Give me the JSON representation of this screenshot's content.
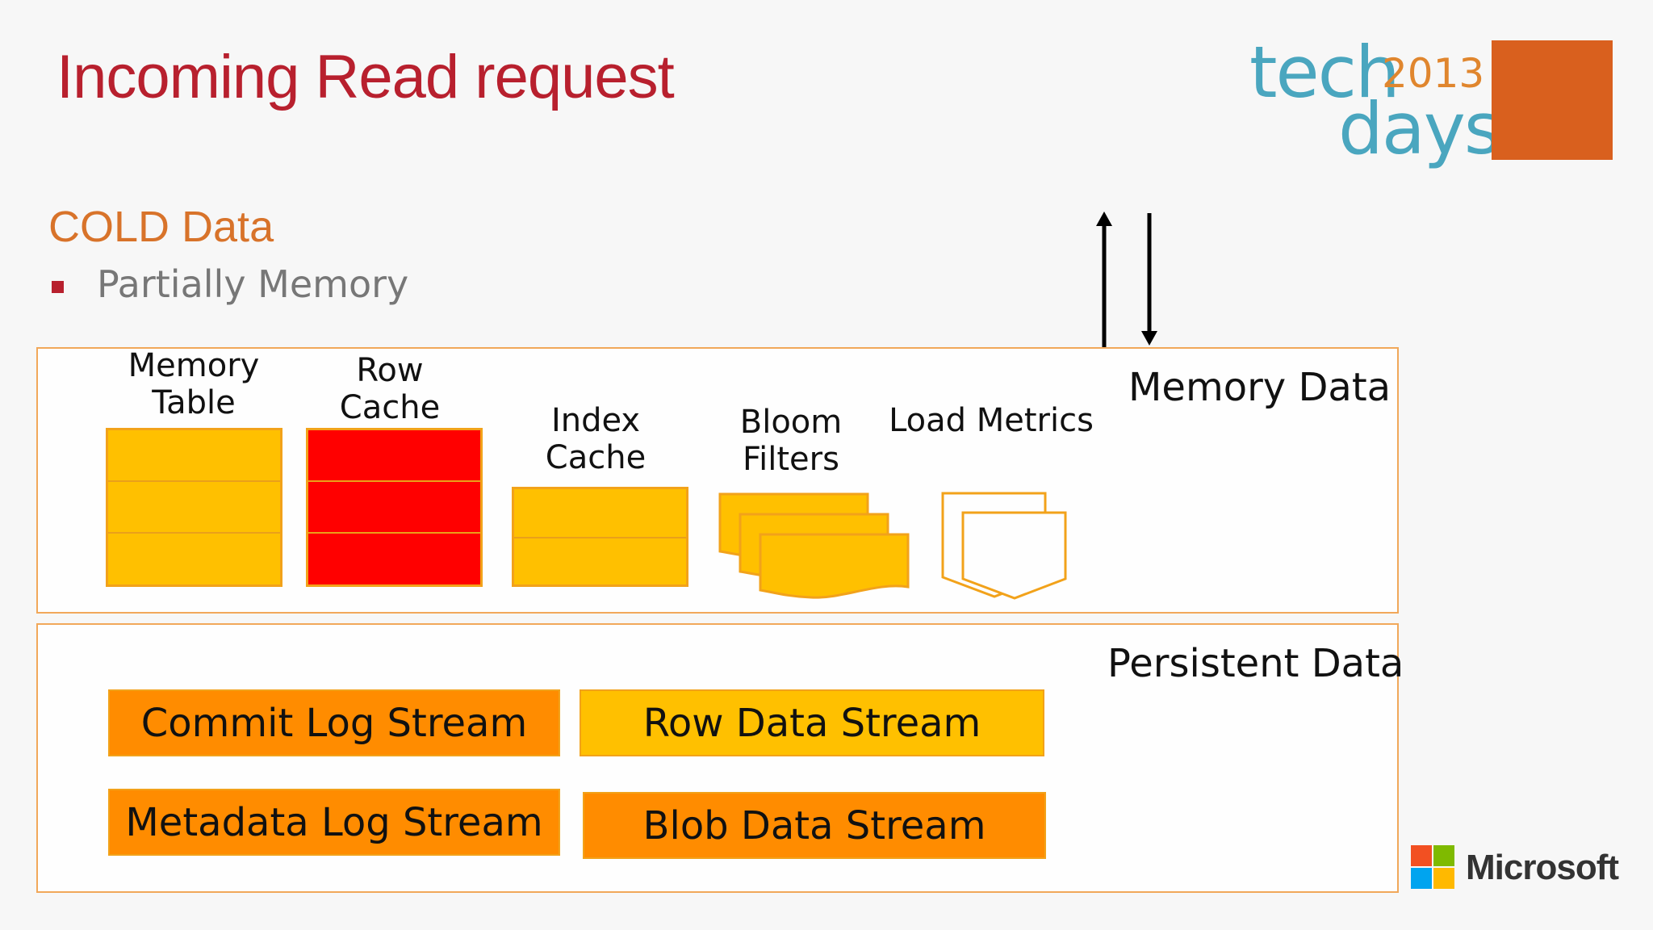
{
  "slide": {
    "title": "Incoming Read request",
    "subtitle": "COLD Data",
    "bullets": [
      "Partially Memory"
    ]
  },
  "logo": {
    "text_top": "tech",
    "year": "2013",
    "text_bottom": "days",
    "accent_color": "#d9601e",
    "text_color": "#4aa6bf"
  },
  "memory_panel": {
    "label": "Memory Data",
    "components": {
      "memory_table": {
        "line1": "Memory",
        "line2": "Table"
      },
      "row_cache": {
        "line1": "Row",
        "line2": "Cache"
      },
      "index_cache": {
        "line1": "Index",
        "line2": "Cache"
      },
      "bloom_filters": {
        "line1": "Bloom",
        "line2": "Filters"
      },
      "load_metrics": {
        "line1": "Load Metrics"
      }
    }
  },
  "persistent_panel": {
    "label": "Persistent Data",
    "streams": {
      "commit_log": "Commit Log Stream",
      "row_data": "Row Data Stream",
      "metadata_log": "Metadata Log Stream",
      "blob_data": "Blob Data Stream"
    }
  },
  "footer": {
    "brand": "Microsoft"
  },
  "colors": {
    "title": "#b8202e",
    "subtitle": "#d8732a",
    "panel_border": "#f1a85a",
    "highlight_red": "#ff0000",
    "yellow": "#ffc000",
    "orange": "#ff8c00"
  }
}
